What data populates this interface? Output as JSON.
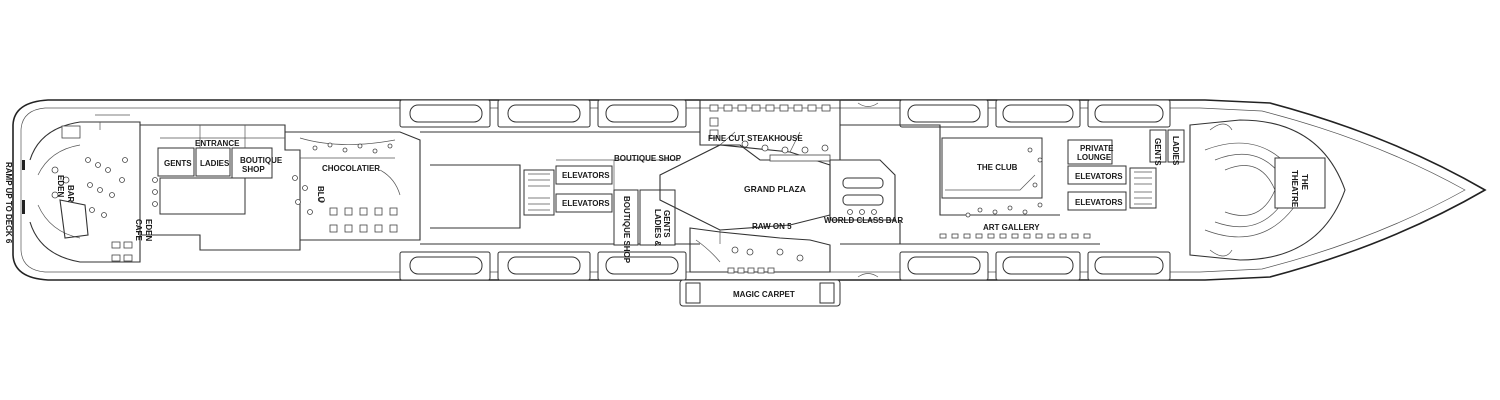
{
  "deck_plan": {
    "labels": {
      "entrance": "ENTRANCE",
      "gents_aft": "GENTS",
      "ladies_aft": "LADIES",
      "boutique_shop_aft_line1": "BOUTIQUE",
      "boutique_shop_aft_line2": "SHOP",
      "chocolatier": "CHOCOLATIER",
      "eden_bar_line1": "EDEN",
      "eden_bar_line2": "BAR",
      "eden_cafe_line1": "EDEN",
      "eden_cafe_line2": "CAFE",
      "ramp": "RAMP UP TO DECK 6",
      "blu": "BLU",
      "elevators_mid_upper": "ELEVATORS",
      "elevators_mid_lower": "ELEVATORS",
      "boutique_shop_mid": "BOUTIQUE SHOP",
      "boutique_shop_vertical": "BOUTIQUE SHOP",
      "ladies_gents_line1": "LADIES &",
      "ladies_gents_line2": "GENTS",
      "fine_cut_steakhouse": "FINE CUT STEAKHOUSE",
      "grand_plaza": "GRAND PLAZA",
      "raw_on_5": "RAW ON 5",
      "world_class_bar": "WORLD CLASS BAR",
      "magic_carpet": "MAGIC CARPET",
      "the_club": "THE CLUB",
      "art_gallery": "ART GALLERY",
      "private_lounge_line1": "PRIVATE",
      "private_lounge_line2": "LOUNGE",
      "elevators_fwd_upper": "ELEVATORS",
      "elevators_fwd_lower": "ELEVATORS",
      "gents_fwd": "GENTS",
      "ladies_fwd": "LADIES",
      "the_theatre_line1": "THE",
      "the_theatre_line2": "THEATRE"
    }
  }
}
